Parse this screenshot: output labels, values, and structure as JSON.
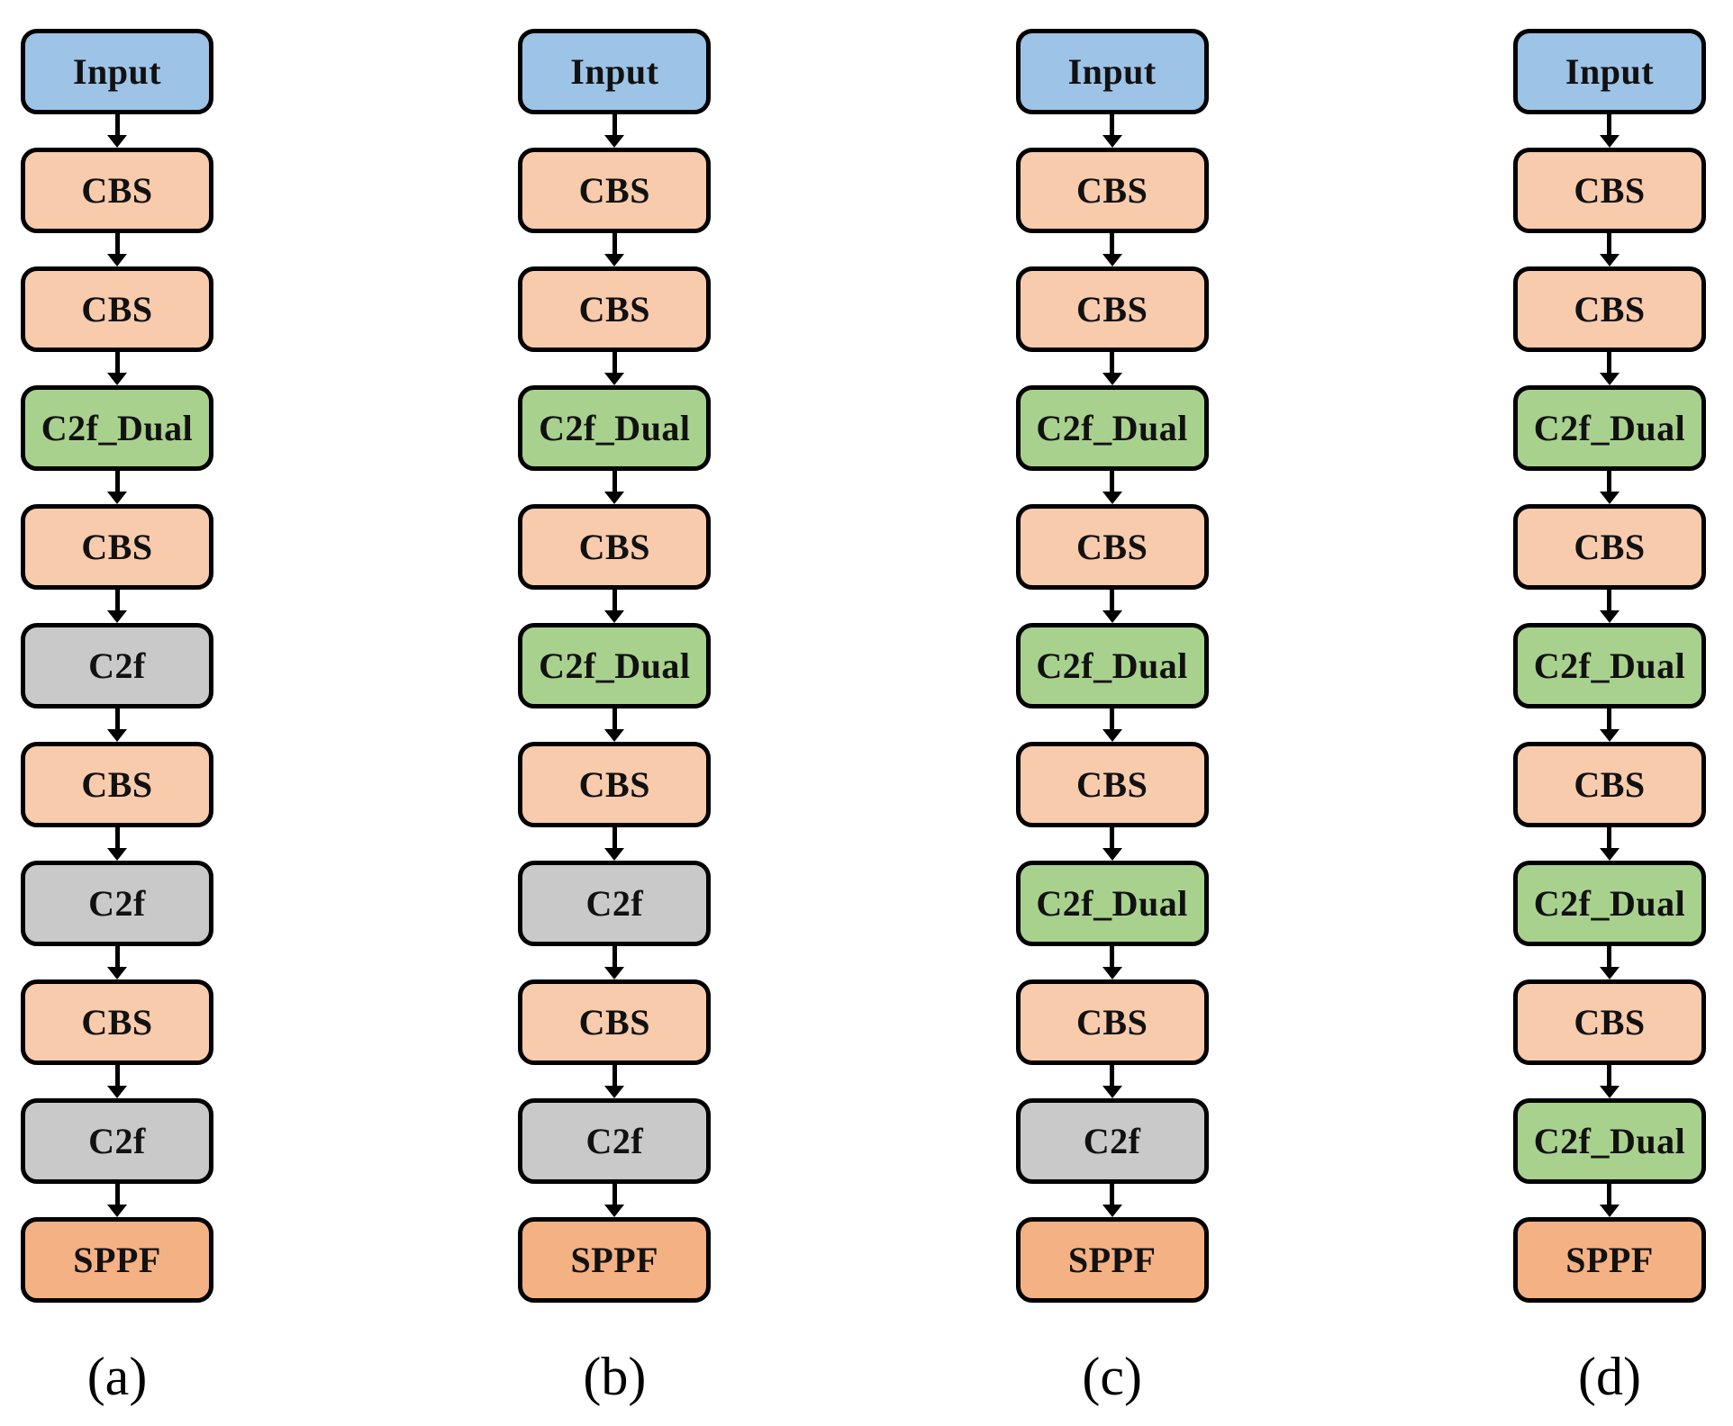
{
  "diagram": {
    "description": "Four vertical backbone flowcharts comparing C2f vs C2f_Dual module placement",
    "background_color": "#FFFFFF",
    "node_border_color": "#000000",
    "node_types": {
      "input": {
        "label": "Input",
        "color": "#9DC3E6"
      },
      "cbs": {
        "label": "CBS",
        "color": "#F8CBAD"
      },
      "c2f_dual": {
        "label": "C2f_Dual",
        "color": "#A9D18E"
      },
      "c2f": {
        "label": "C2f",
        "color": "#C9C9C9"
      },
      "sppf": {
        "label": "SPPF",
        "color": "#F4B183"
      }
    },
    "columns": [
      {
        "label": "(a)",
        "nodes": [
          "input",
          "cbs",
          "cbs",
          "c2f_dual",
          "cbs",
          "c2f",
          "cbs",
          "c2f",
          "cbs",
          "c2f",
          "sppf"
        ]
      },
      {
        "label": "(b)",
        "nodes": [
          "input",
          "cbs",
          "cbs",
          "c2f_dual",
          "cbs",
          "c2f_dual",
          "cbs",
          "c2f",
          "cbs",
          "c2f",
          "sppf"
        ]
      },
      {
        "label": "(c)",
        "nodes": [
          "input",
          "cbs",
          "cbs",
          "c2f_dual",
          "cbs",
          "c2f_dual",
          "cbs",
          "c2f_dual",
          "cbs",
          "c2f",
          "sppf"
        ]
      },
      {
        "label": "(d)",
        "nodes": [
          "input",
          "cbs",
          "cbs",
          "c2f_dual",
          "cbs",
          "c2f_dual",
          "cbs",
          "c2f_dual",
          "cbs",
          "c2f_dual",
          "sppf"
        ]
      }
    ]
  }
}
